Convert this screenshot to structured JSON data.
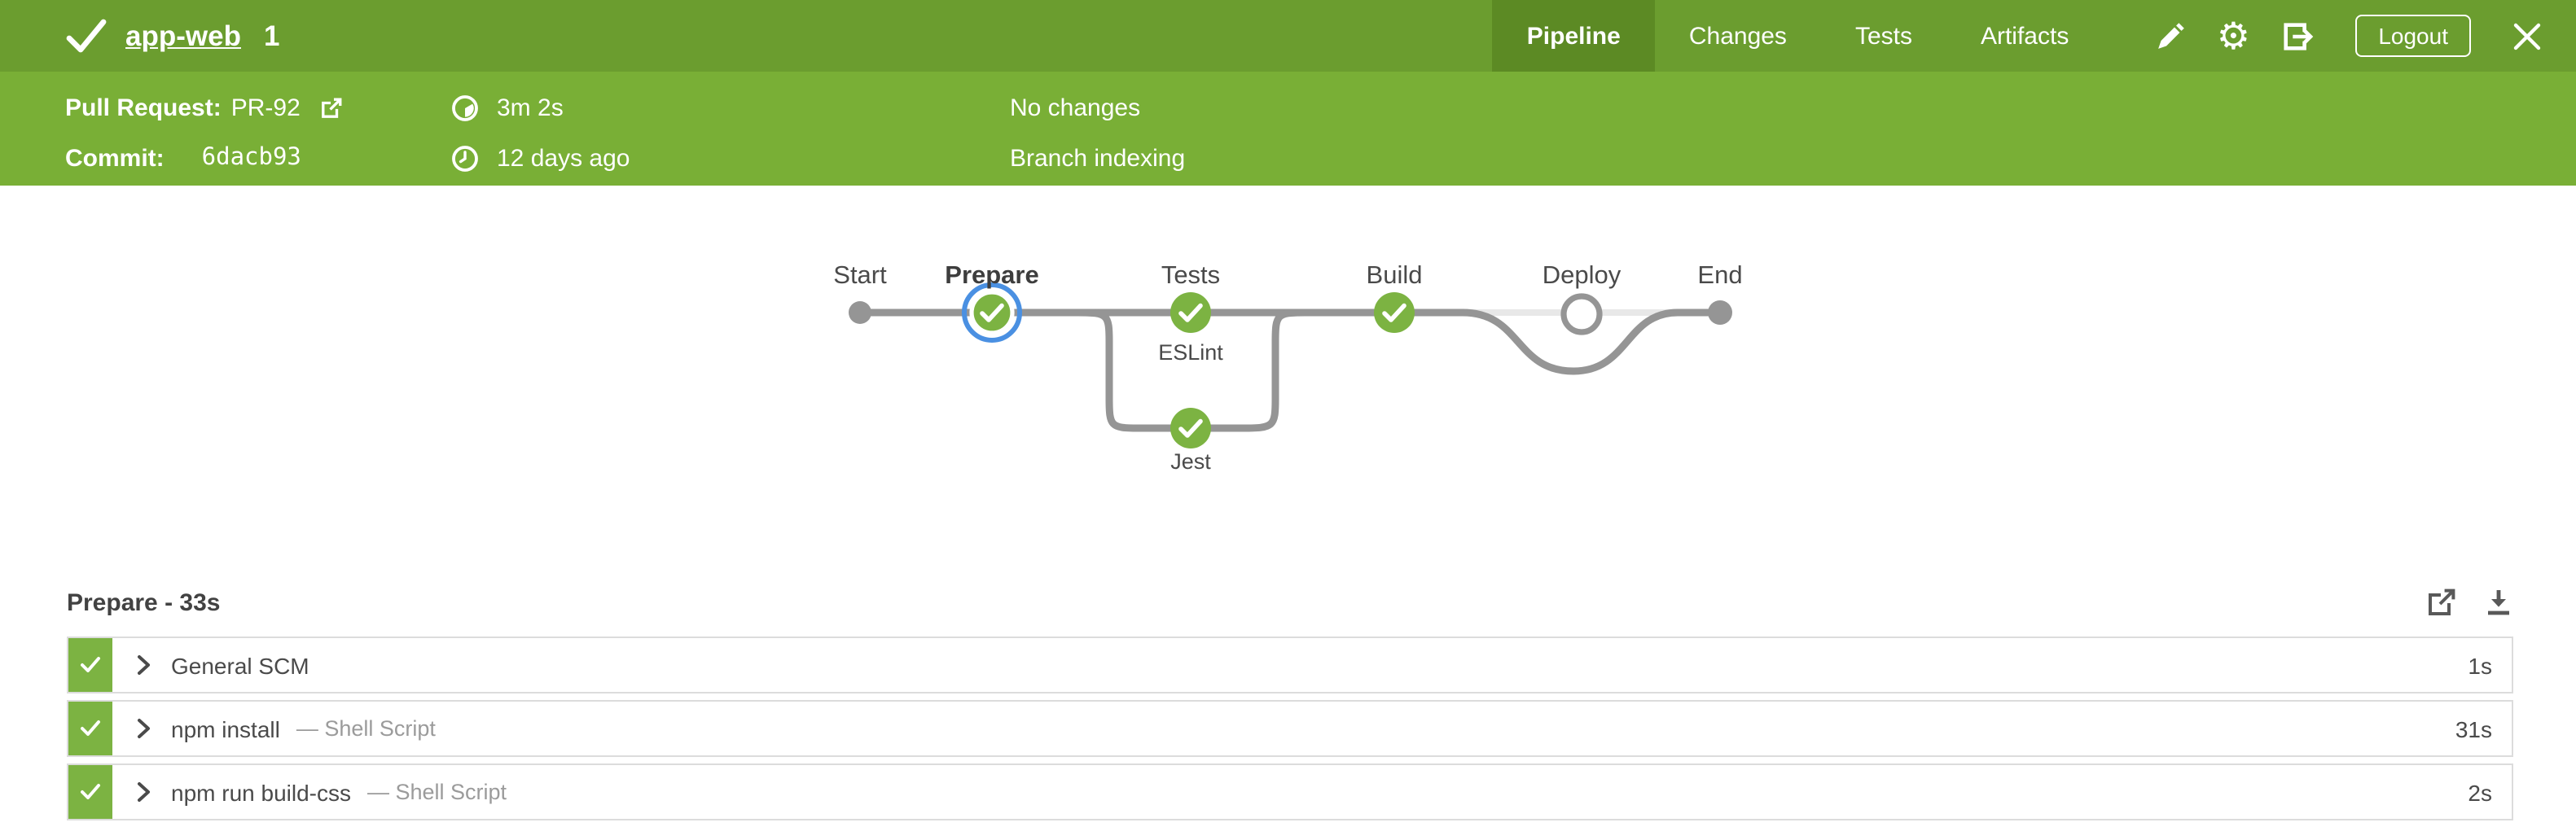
{
  "header": {
    "title": "app-web",
    "run_number": "1",
    "tabs": [
      {
        "label": "Pipeline",
        "active": true
      },
      {
        "label": "Changes",
        "active": false
      },
      {
        "label": "Tests",
        "active": false
      },
      {
        "label": "Artifacts",
        "active": false
      }
    ],
    "logout_label": "Logout"
  },
  "info_bar": {
    "pull_request_label": "Pull Request:",
    "pull_request_value": "PR-92",
    "commit_label": "Commit:",
    "commit_value": "6dacb93",
    "duration": "3m 2s",
    "time_ago": "12 days ago",
    "changes_text": "No changes",
    "cause_text": "Branch indexing"
  },
  "pipeline_graph": {
    "stages": [
      {
        "name": "Start",
        "state": "start"
      },
      {
        "name": "Prepare",
        "state": "success",
        "selected": true
      },
      {
        "name": "Tests",
        "state": "success",
        "branches": [
          {
            "name": "ESLint",
            "state": "success"
          },
          {
            "name": "Jest",
            "state": "success"
          }
        ]
      },
      {
        "name": "Build",
        "state": "success"
      },
      {
        "name": "Deploy",
        "state": "not_run"
      },
      {
        "name": "End",
        "state": "end"
      }
    ]
  },
  "stage_detail": {
    "title": "Prepare - 33s",
    "steps": [
      {
        "status": "success",
        "name": "General SCM",
        "type": "",
        "duration": "1s"
      },
      {
        "status": "success",
        "name": "npm install",
        "type": "— Shell Script",
        "duration": "31s"
      },
      {
        "status": "success",
        "name": "npm run build-css",
        "type": "— Shell Script",
        "duration": "2s"
      }
    ]
  },
  "icons": {
    "gear_glyph": "⚙"
  },
  "colors": {
    "header_green": "#6b9d2f",
    "header_green_light": "#79af36",
    "tab_active_green": "#5c8a24",
    "success_green": "#7cb342",
    "selected_ring_blue": "#4a90e2",
    "edge_gray": "#959595",
    "skipped_edge_gray": "#e8e8e8"
  }
}
